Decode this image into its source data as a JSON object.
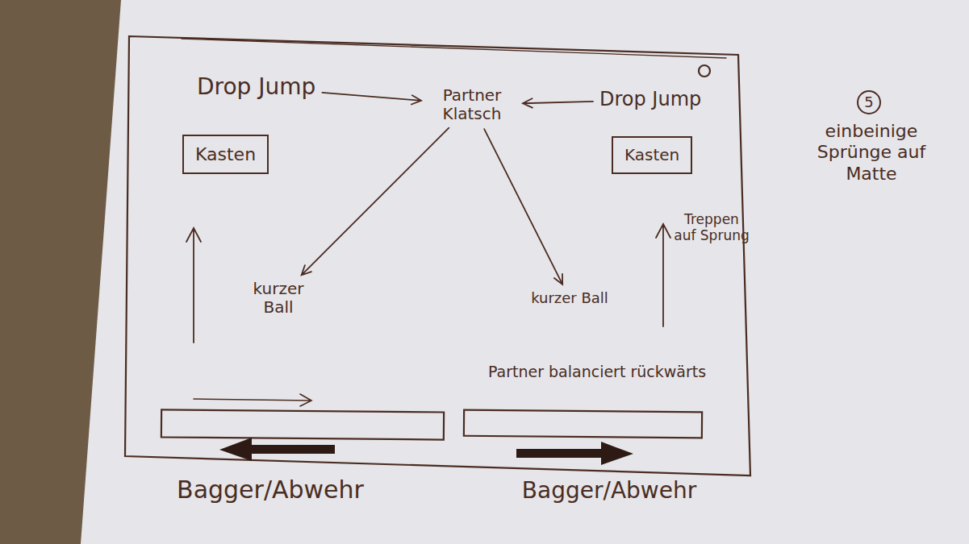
{
  "diagram": {
    "nodes": [
      {
        "text": [
          "Drop Jump"
        ]
      },
      {
        "text": [
          "Partner Klatsch"
        ]
      },
      {
        "text": [
          "Drop Jump"
        ]
      },
      {
        "text": [
          "Kasten"
        ]
      },
      {
        "text": [
          "Kasten"
        ]
      },
      {
        "text": [
          "kurzer Ball"
        ]
      },
      {
        "text": [
          "kurzer Ball"
        ]
      }
    ],
    "edges": [
      {
        "from": 0,
        "to": 1,
        "arrow": "to"
      },
      {
        "from": 2,
        "to": 1,
        "arrow": "to"
      },
      {
        "from": 1,
        "to": 5,
        "arrow": "to"
      },
      {
        "from": 1,
        "to": 6,
        "arrow": "to"
      }
    ],
    "labels": [
      "Treppen auf Sprung",
      "Partner balanciert rückwärts",
      "Bagger/Abwehr",
      "Bagger/Abwehr",
      "5",
      "einbeinige Sprünge auf Matte"
    ]
  }
}
